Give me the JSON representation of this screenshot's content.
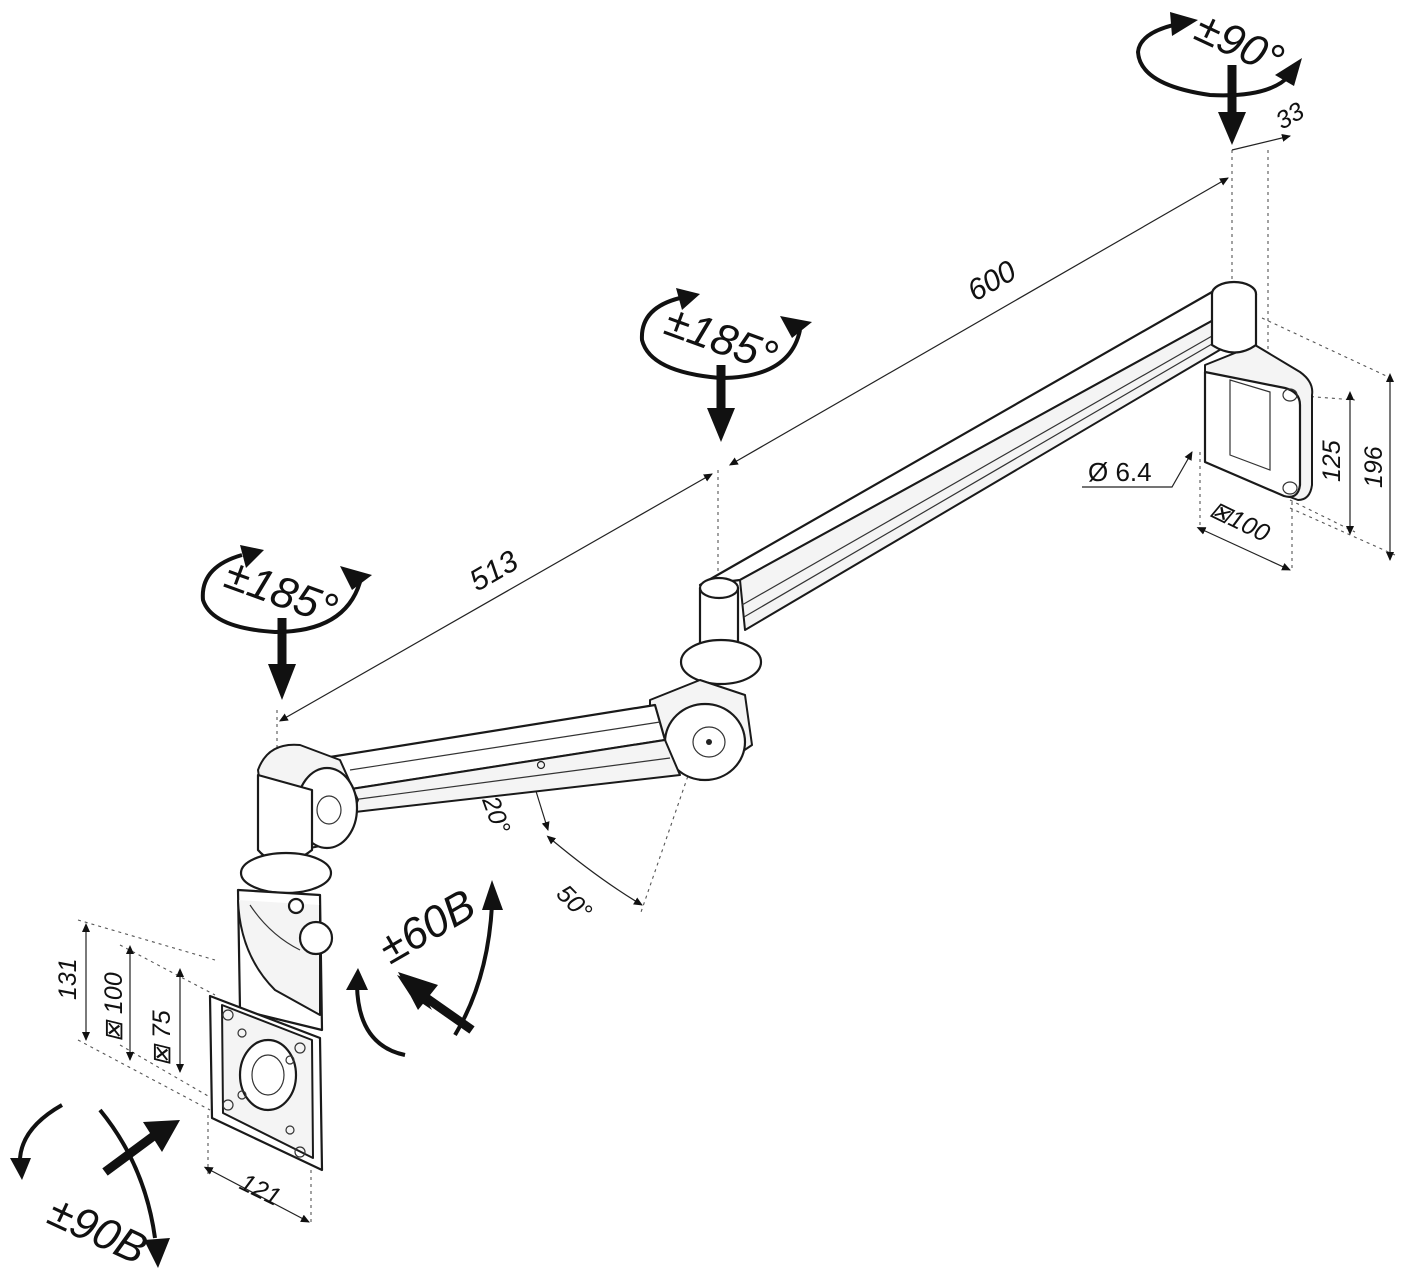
{
  "labels": {
    "rot_wall": "±90°",
    "rot_mid": "±185°",
    "rot_inner": "±185°",
    "tilt": "±60B",
    "swivel": "±90B",
    "len_outer": "600",
    "len_inner": "513",
    "offset_33": "33",
    "hole_dia": "Ø 6.4",
    "vesa_wall": "⊠100",
    "h_125": "125",
    "h_196": "196",
    "ang_20": "20°",
    "ang_50": "50°",
    "plate_131": "131",
    "plate_100": "⊠ 100",
    "plate_75": "⊠ 75",
    "plate_121": "121"
  }
}
